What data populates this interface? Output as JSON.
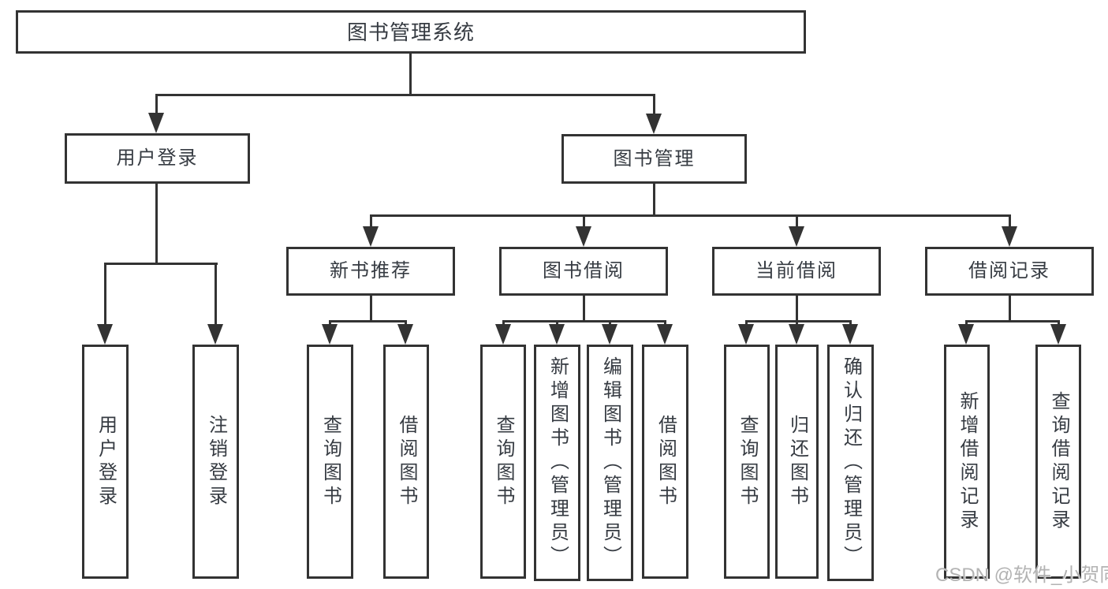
{
  "diagram": {
    "type": "hierarchy-tree",
    "nodes": {
      "root": "图书管理系统",
      "level2": [
        "用户登录",
        "图书管理"
      ],
      "level3": [
        "新书推荐",
        "图书借阅",
        "当前借阅",
        "借阅记录"
      ],
      "leaves": [
        "用户登录",
        "注销登录",
        "查询图书",
        "借阅图书",
        "查询图书",
        "新增图书（管理员）",
        "编辑图书（管理员）",
        "借阅图书",
        "查询图书",
        "归还图书",
        "确认归还（管理员）",
        "新增借阅记录",
        "查询借阅记录"
      ]
    },
    "edges": [
      {
        "from": "图书管理系统",
        "to": [
          "用户登录",
          "图书管理"
        ]
      },
      {
        "from": "用户登录",
        "to": [
          "用户登录",
          "注销登录"
        ]
      },
      {
        "from": "图书管理",
        "to": [
          "新书推荐",
          "图书借阅",
          "当前借阅",
          "借阅记录"
        ]
      },
      {
        "from": "新书推荐",
        "to": [
          "查询图书",
          "借阅图书"
        ]
      },
      {
        "from": "图书借阅",
        "to": [
          "查询图书",
          "新增图书（管理员）",
          "编辑图书（管理员）",
          "借阅图书"
        ]
      },
      {
        "from": "当前借阅",
        "to": [
          "查询图书",
          "归还图书",
          "确认归还（管理员）"
        ]
      },
      {
        "from": "借阅记录",
        "to": [
          "新增借阅记录",
          "查询借阅记录"
        ]
      }
    ]
  },
  "watermark": "CSDN @软件_小贺同学",
  "colors": {
    "line": "#333333",
    "box_border": "#333333",
    "text": "#363b42",
    "background": "#ffffff",
    "watermark": "#b3b3b3"
  }
}
